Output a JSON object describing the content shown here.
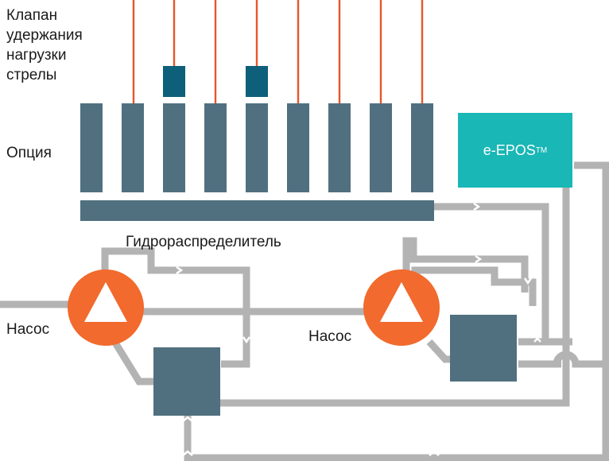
{
  "labels": {
    "valve_line1": "Клапан",
    "valve_line2": "удержания",
    "valve_line3": "нагрузки",
    "valve_line4": "стрелы",
    "option": "Опция",
    "distributor": "Гидрораспределитель",
    "pump_left": "Насос",
    "pump_right": "Насос",
    "epos": "e-EPOS",
    "epos_mark": "TM"
  },
  "colors": {
    "hose": "#b3b3b3",
    "arrow": "#ffffff",
    "block": "#50707f",
    "valve_block": "#0d5f7a",
    "pump": "#f26a2d",
    "pump_glyph": "#ffffff",
    "pilot_line": "#e8562a",
    "epos": "#19b7b5"
  }
}
